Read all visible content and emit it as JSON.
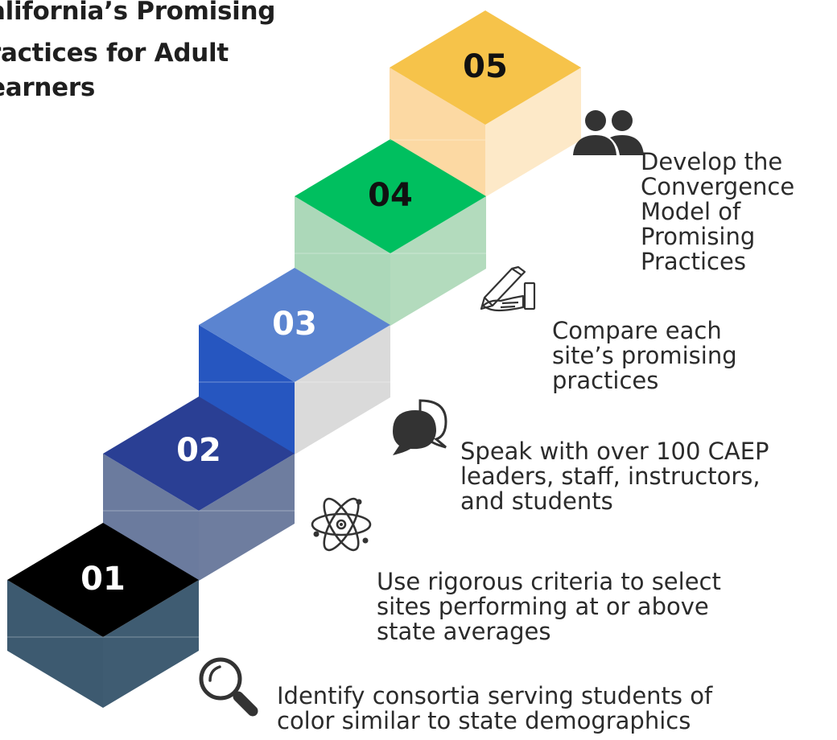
{
  "title_lines": [
    "alifornia’s Promising",
    "ractices for Adult",
    "earners"
  ],
  "steps": [
    {
      "number": "01",
      "text_lines": [
        "Identify consortia serving students of",
        "color similar to state demographics"
      ],
      "icon": "magnifier-icon"
    },
    {
      "number": "02",
      "text_lines": [
        "Use rigorous criteria to select",
        "sites performing at or above",
        "state averages"
      ],
      "icon": "atom-icon"
    },
    {
      "number": "03",
      "text_lines": [
        "Speak with over 100 CAEP",
        "leaders, staff, instructors,",
        "and students"
      ],
      "icon": "chat-bubbles-icon"
    },
    {
      "number": "04",
      "text_lines": [
        "Compare each",
        "site’s promising",
        "practices"
      ],
      "icon": "hand-writing-icon"
    },
    {
      "number": "05",
      "text_lines": [
        "Develop the",
        "Convergence",
        "Model of",
        "Promising",
        "Practices"
      ],
      "icon": "people-icon"
    }
  ],
  "colors": {
    "step1": {
      "top": "#000000",
      "front": "#3d5a70"
    },
    "step2": {
      "top": "#2a3f94",
      "front": "#6b7b9e"
    },
    "step3": {
      "top": "#5b84d0",
      "front": "#2656c0",
      "right": "#dadada"
    },
    "step4": {
      "top": "#00bf5f",
      "front": "#acd8b9"
    },
    "step5": {
      "top": "#f6c34a",
      "front": "#fcd9a3",
      "right": "#fde9c8"
    }
  }
}
